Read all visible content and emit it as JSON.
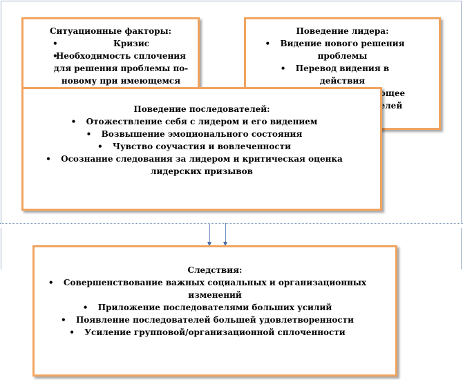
{
  "situational": {
    "title": "Ситуационные факторы:",
    "items": [
      "Кризис",
      "Необходимость сплочения для решения проблемы по-новому при имеющемся"
    ]
  },
  "leader": {
    "title": "Поведение лидера:",
    "items": [
      "Видение нового решения проблемы",
      "Перевод видения в действия",
      "Поведение, вызывающее доверие последователей"
    ]
  },
  "followers": {
    "title": "Поведение последователей:",
    "items": [
      "Отожествление себя с лидером и его видением",
      "Возвышение эмоционального состояния",
      "Чувство соучастия и вовлеченности",
      "Осознание следования за лидером и критическая оценка лидерских призывов"
    ]
  },
  "consequences": {
    "title": "Следствия:",
    "items": [
      "Совершенствование важных социальных и организационных изменений",
      "Приложение последователями больших усилий",
      "Появление последователей большей удовлетворенности",
      "Усиление групповой/организационной сплоченности"
    ]
  }
}
